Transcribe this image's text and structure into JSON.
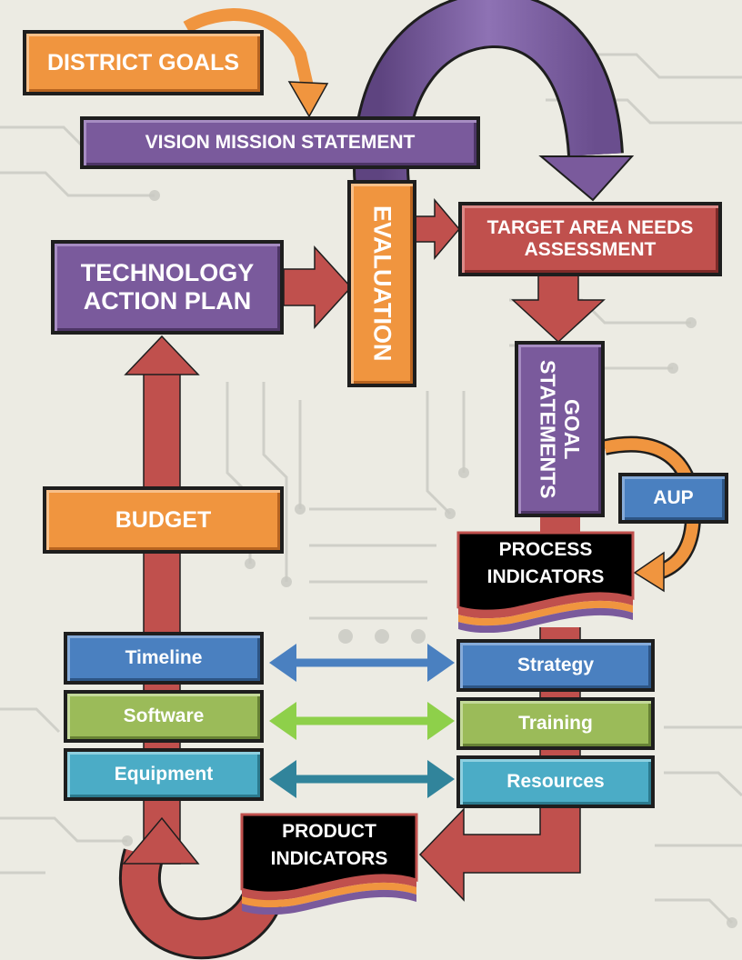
{
  "boxes": {
    "district_goals": "DISTRICT GOALS",
    "vision_mission": "VISION MISSION STATEMENT",
    "evaluation": "EVALUATION",
    "target_area": "TARGET AREA NEEDS ASSESSMENT",
    "technology_plan": "TECHNOLOGY ACTION PLAN",
    "goal_statements": "GOAL STATEMENTS",
    "aup": "AUP",
    "process_indicators": "PROCESS INDICATORS",
    "budget": "BUDGET",
    "timeline": "Timeline",
    "software": "Software",
    "equipment": "Equipment",
    "strategy": "Strategy",
    "training": "Training",
    "resources": "Resources",
    "product_indicators": "PRODUCT INDICATORS"
  },
  "colors": {
    "orange": "#f0953f",
    "purple": "#7a5a9c",
    "red": "#c0504d",
    "blue": "#4a80c0",
    "green": "#9bbb59",
    "teal": "#4bacc6",
    "black": "#000000"
  }
}
